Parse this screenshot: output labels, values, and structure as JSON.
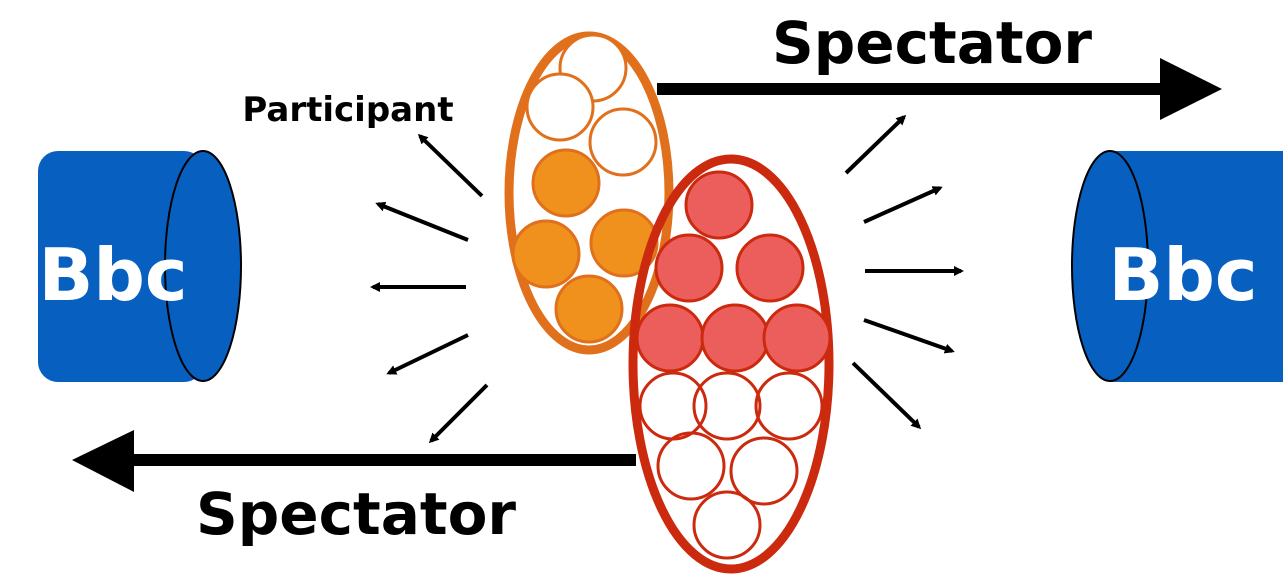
{
  "labels": {
    "spectator_top": "Spectator",
    "spectator_bottom": "Spectator",
    "participant": "Participant",
    "bbc_left": "Bbc",
    "bbc_right": "Bbc"
  },
  "colors": {
    "detector_blue": "#0760c0",
    "orange_outline": "#e0701b",
    "orange_fill": "#f0911e",
    "red_outline": "#cc2a0e",
    "red_fill": "#ec5e5c",
    "arrow": "#000000"
  },
  "icons": {
    "left_detector": "cylinder-icon",
    "right_detector": "cylinder-icon",
    "nucleus_orange": "nucleus-icon",
    "nucleus_red": "nucleus-icon"
  }
}
